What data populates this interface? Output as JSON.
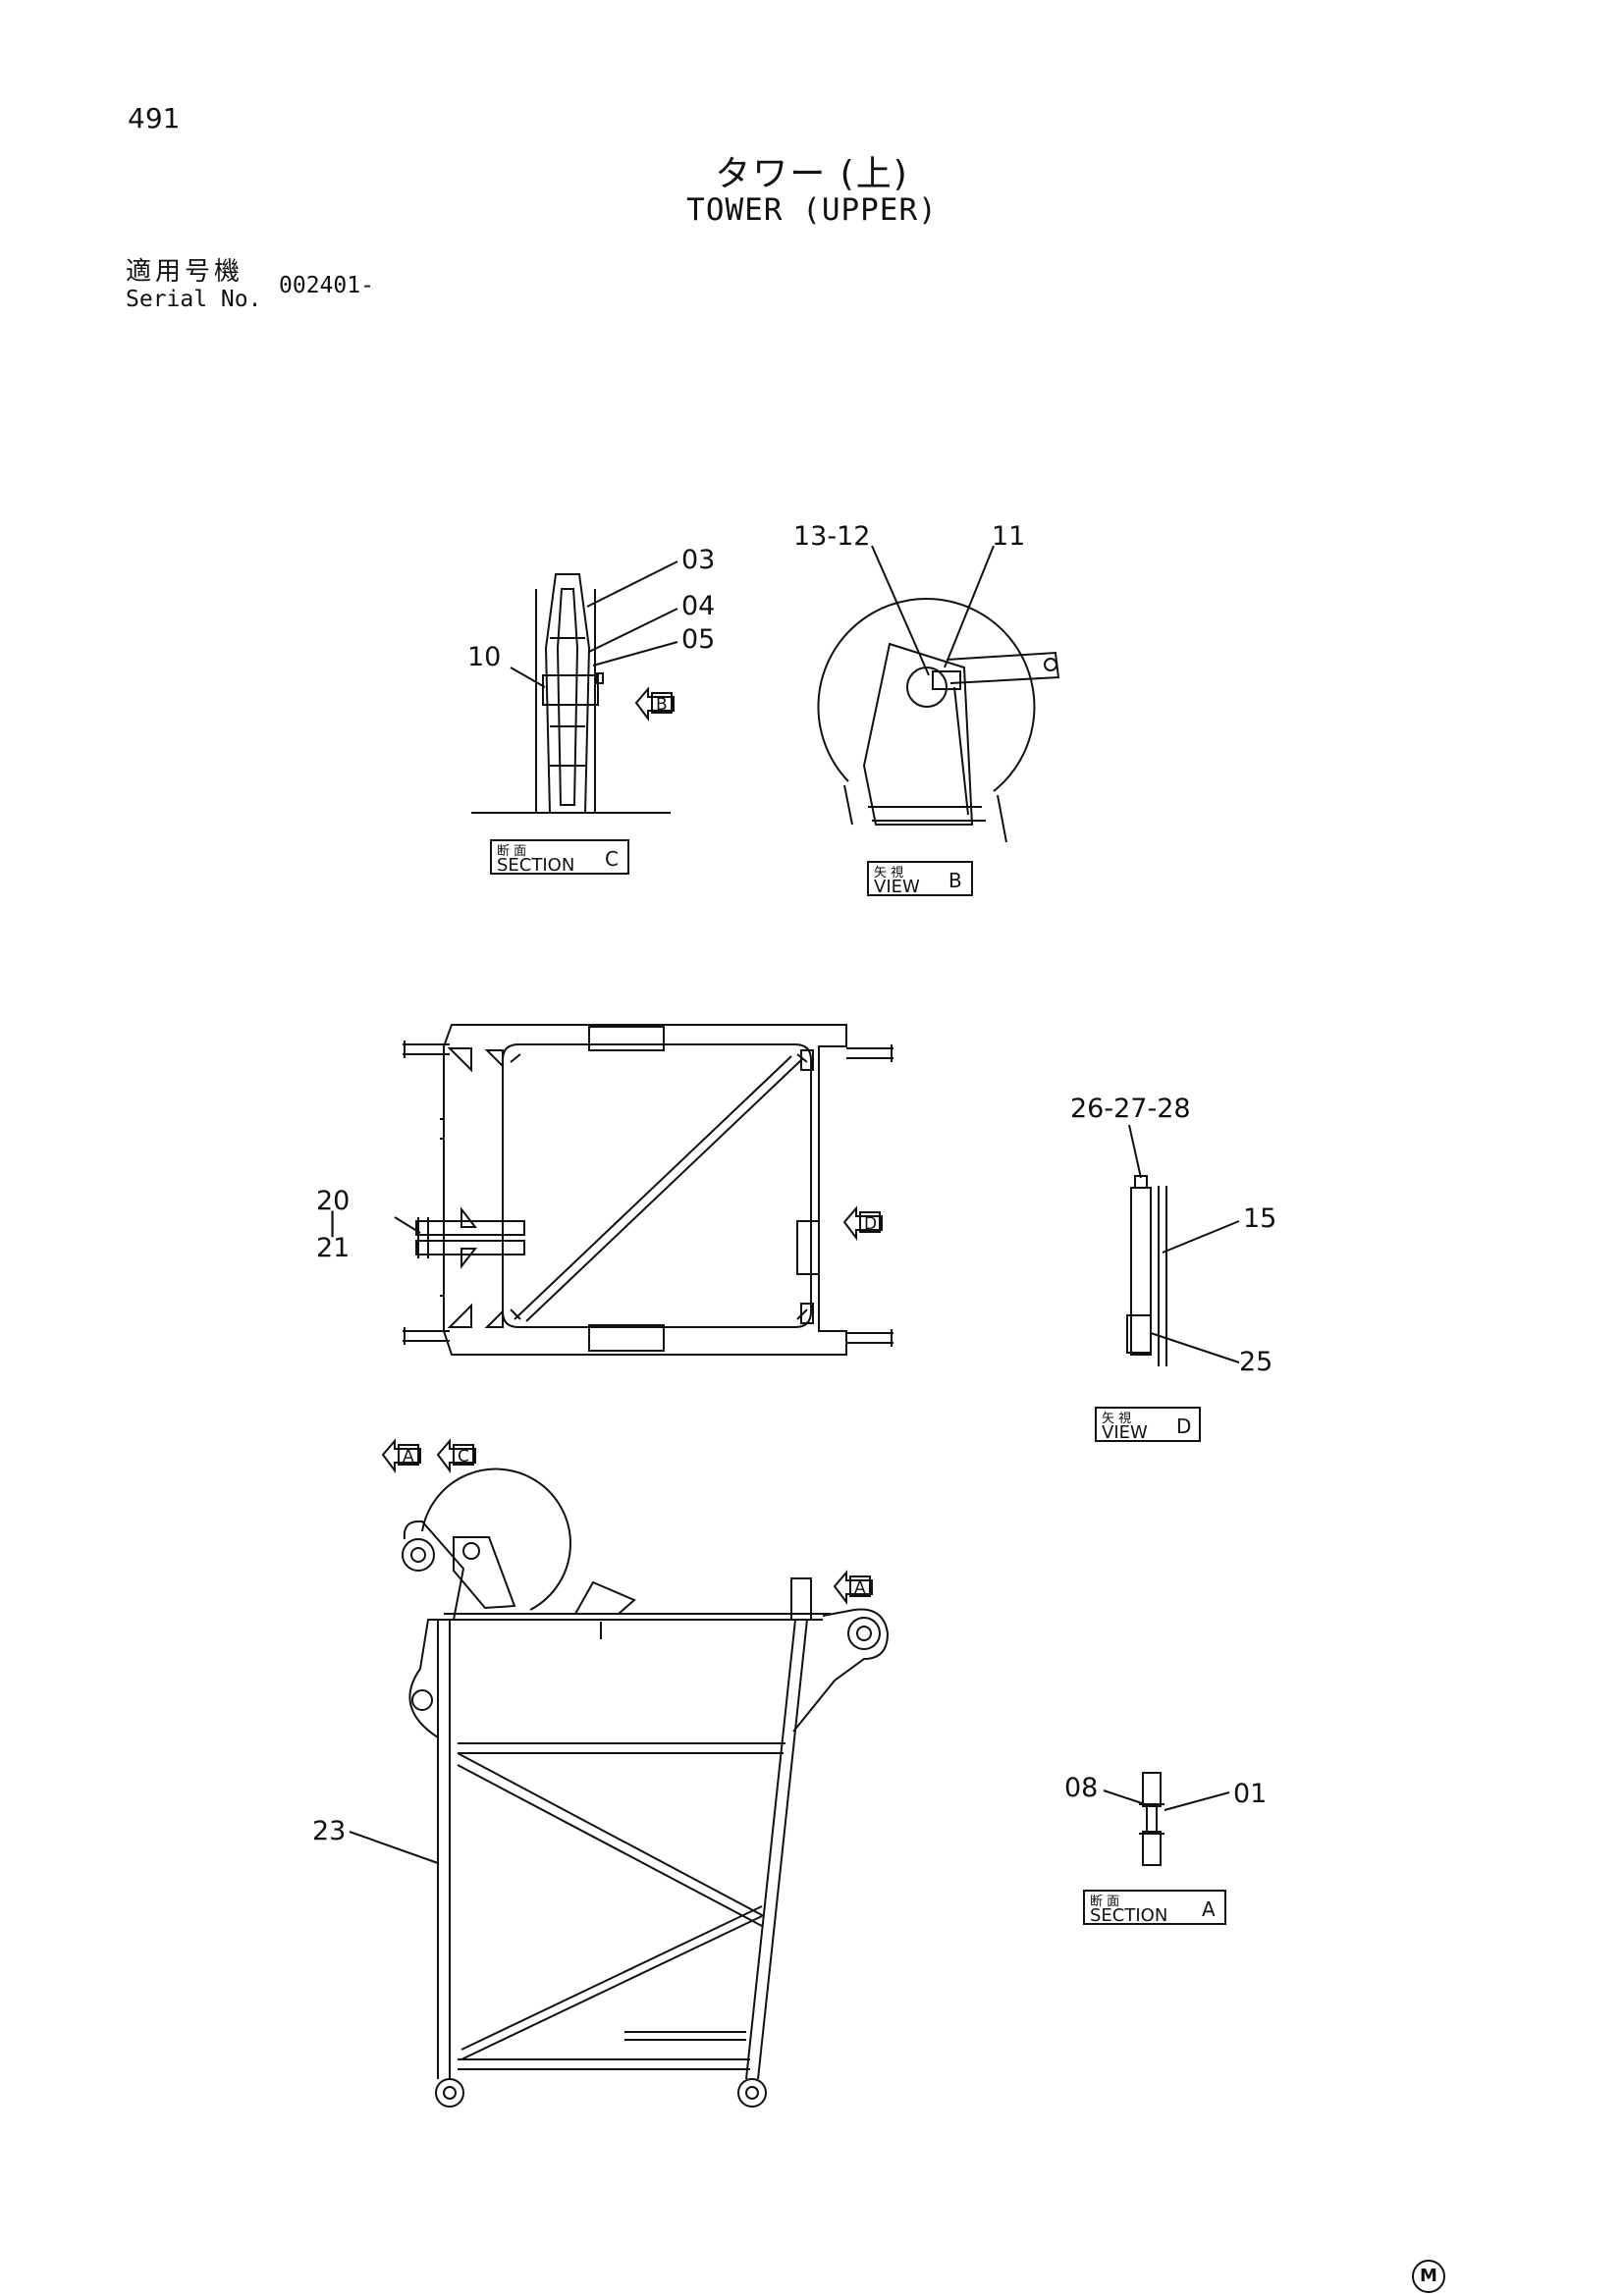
{
  "page_number": "491",
  "title_jp": "タワー (上)",
  "title_en": "TOWER (UPPER)",
  "serial": {
    "label_jp": "適用号機",
    "label_en": "Serial No.",
    "value": "002401-"
  },
  "callouts": {
    "c03": "03",
    "c04": "04",
    "c05": "05",
    "c10": "10",
    "c13_12": "13-12",
    "c11": "11",
    "c20": "20",
    "c20_sep": "|",
    "c21": "21",
    "c26_27_28": "26-27-28",
    "c15": "15",
    "c25": "25",
    "c08": "08",
    "c01": "01",
    "c23": "23"
  },
  "view_boxes": {
    "section_c": {
      "jp": "断 面",
      "en": "SECTION",
      "letter": "C"
    },
    "view_b": {
      "jp": "矢 視",
      "en": "VIEW",
      "letter": "B"
    },
    "view_d": {
      "jp": "矢 視",
      "en": "VIEW",
      "letter": "D"
    },
    "section_a": {
      "jp": "断 面",
      "en": "SECTION",
      "letter": "A"
    }
  },
  "view_arrows": {
    "b": "B",
    "d": "D",
    "a1": "A",
    "c": "C",
    "a2": "A"
  },
  "corner_mark": "M"
}
